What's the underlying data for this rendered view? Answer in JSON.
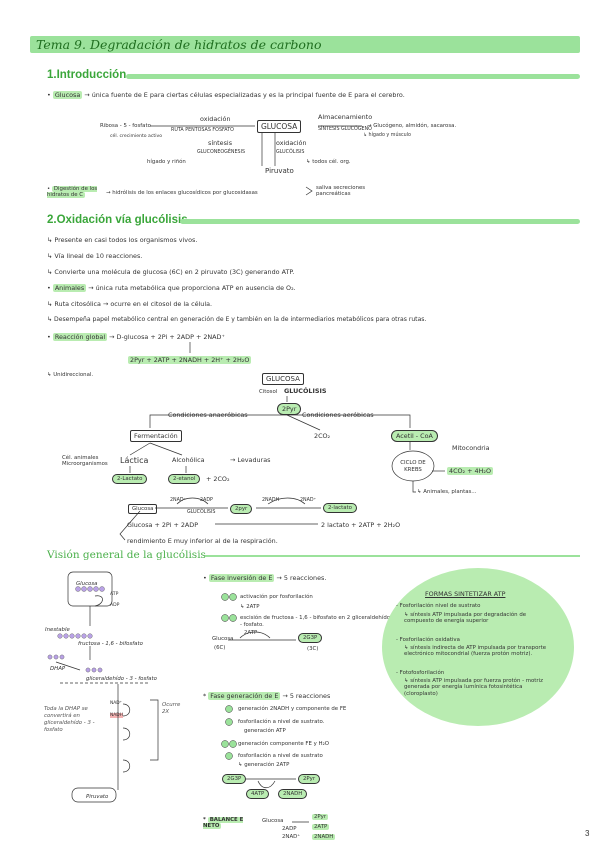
{
  "header": {
    "title": "Tema 9. Degradación de hidratos de carbono"
  },
  "intro": {
    "heading": "1.Introducción",
    "glucose_term": "Glucosa",
    "glucose_text": "→ única fuente de E para ciertas células especializadas y es la principal fuente de E para el cerebro.",
    "diagram": {
      "center": "GLUCOSA",
      "ribose": "Ribosa - 5 - fosfato",
      "oxidation": "oxidación",
      "pentose": "RUTA PENTOSAS FOSFATO",
      "storage": "Almacenamiento",
      "glycogen_synth": "SÍNTESIS GLUCÓGENO",
      "glycogen": "→ Glucógeno, almidón, sacarosa.",
      "liver_muscle": "↳ hígado y músculo",
      "active_cells": "cél. crecimiento activo",
      "synthesis": "síntesis",
      "gluconeo": "GLUCONEOGÉNESIS",
      "liver_kidney": "hígado y riñón",
      "oxid2": "oxidación",
      "glycolysis": "GLUCÓLISIS",
      "all_org": "↳ todos cél. org.",
      "pyruvate": "Piruvato"
    },
    "digestion_term": "Digestión de los hidratos de C",
    "digestion_text": "→ hidrólisis de los enlaces glucosídicos por glucosidasas",
    "digestion_out": "saliva secreciones pancreáticas"
  },
  "oxid": {
    "heading": "2.Oxidación vía glucólisis",
    "b1": "↳ Presente en casi todos los organismos vivos.",
    "b2": "↳ Vía lineal de 10 reacciones.",
    "b3": "↳ Convierte una molécula de glucosa (6C) en 2 piruvato (3C) generando ATP.",
    "b4_term": "Animales",
    "b4": "→ única ruta metabólica que proporciona ATP en ausencia de O₂.",
    "b5": "↳ Ruta citosólica → ocurre en el citosol de la célula.",
    "b6": "↳ Desempeña papel metabólico central en generación de E y también en la de intermediarios metabólicos para otras rutas.",
    "b7_term": "Reacción global",
    "b7": "→ D-glucosa + 2Pi + 2ADP + 2NAD⁺",
    "b7_result": "2Pyr + 2ATP + 2NADH + 2H⁺ + 2H₂O",
    "b8": "↳ Unidireccional.",
    "tree": {
      "glucosa": "GLUCOSA",
      "citosol": "Citosol",
      "glucolisis": "GLUCÓLISIS",
      "pyr": "2Pyr",
      "anaer": "Condiciones anaeróbicas",
      "aer": "Condiciones aeróbicas",
      "ferm": "Fermentación",
      "co2": "2CO₂",
      "acetil": "Acetil - CoA",
      "mito": "Mitocondria",
      "cel_anim": "Cél. animales Microorganismos",
      "lactica": "Láctica",
      "alcoholica": "Alcohólica",
      "levaduras": "→ Levaduras",
      "lactato": "2-Lactato",
      "etanol": "2-etanol",
      "co2b": "+ 2CO₂",
      "krebs": "CICLO DE KREBS",
      "krebs_out": "4CO₂ + 4H₂O",
      "animals": "↳ Animales, plantas...",
      "glc_box": "Glucosa",
      "nad": "2NAD⁺",
      "adp": "2ADP",
      "glucolisis2": "GLUCÓLISIS",
      "pyr2": "2pyr",
      "nadh": "2NADH",
      "nad2": "2NAD⁺",
      "lactato2": "2-lactato",
      "eq": "Glucosa + 2Pi + 2ADP",
      "eq_out": "2 lactato + 2ATP + 2H₂O",
      "rend": "rendimiento E muy inferior al de la respiración."
    }
  },
  "vision": {
    "heading": "Visión general de la glucólisis",
    "left": {
      "glucosa": "Glucosa",
      "atp": "ATP",
      "adp": "ADP",
      "inestable": "Inestable",
      "fructosa": "fructosa - 1,6 - bifosfato",
      "dhap": "DHAP",
      "g3p": "gliceraldehído - 3 - fosfato",
      "note": "Toda la DHAP se convertirá en gliceraldehído - 3 - fosfato",
      "ocurre": "Ocurre 2X",
      "nad": "NAD⁺",
      "nadh": "NADH",
      "piruvato": "Piruvato"
    },
    "phase1": {
      "label": "Fase inversión de E",
      "count": "→ 5 reacciones.",
      "s1": "activación por fosforilación",
      "s1b": "↳ 2ATP",
      "s2": "escisión de fructosa - 1,6 - bifosfato en 2 gliceraldehído - 3 - fosfato.",
      "glc": "Glucosa",
      "c6": "(6C)",
      "atp2": "2ATP",
      "g3p": "2G3P",
      "c3": "(3C)"
    },
    "phase2": {
      "label": "Fase generación de E",
      "count": "→ 5 reacciones",
      "s1": "generación 2NADH y componente de FE",
      "s2": "fosforilación a nivel de sustrato.",
      "s2b": "generación ATP",
      "s3": "generación componente FE y H₂O",
      "s4": "fosforilación a nivel de sustrato",
      "s4b": "↳ generación 2ATP",
      "g3p": "2G3P",
      "pyr": "2Pyr",
      "atp4": "4ATP",
      "nadh": "2NADH"
    },
    "balance": {
      "label": "BALANCE E NETO",
      "glc": "Glucosa",
      "adp": "2ADP",
      "nad": "2NAD⁺",
      "out1": "2Pyr",
      "out2": "2ATP",
      "out3": "2NADH"
    },
    "formas": {
      "title": "FORMAS SINTETIZAR ATP",
      "f1": "- Fosforilación nivel de sustrato",
      "f1d": "↳ síntesis ATP impulsada por degradación de compuesto de energía superior",
      "f2": "- Fosforilación oxidativa",
      "f2d": "↳ síntesis indirecta de ATP impulsada por transporte electrónico mitocondrial (fuerza protón motriz).",
      "f3": "- Fotofosforilación",
      "f3d": "↳ síntesis ATP impulsada por fuerza protón - motriz generada por energía lumínica fotosintética (cloroplasto)"
    }
  },
  "page_number": "3",
  "colors": {
    "accent": "#9be29b",
    "heading": "#3aa63a",
    "highlight": "#b9ecb1"
  }
}
